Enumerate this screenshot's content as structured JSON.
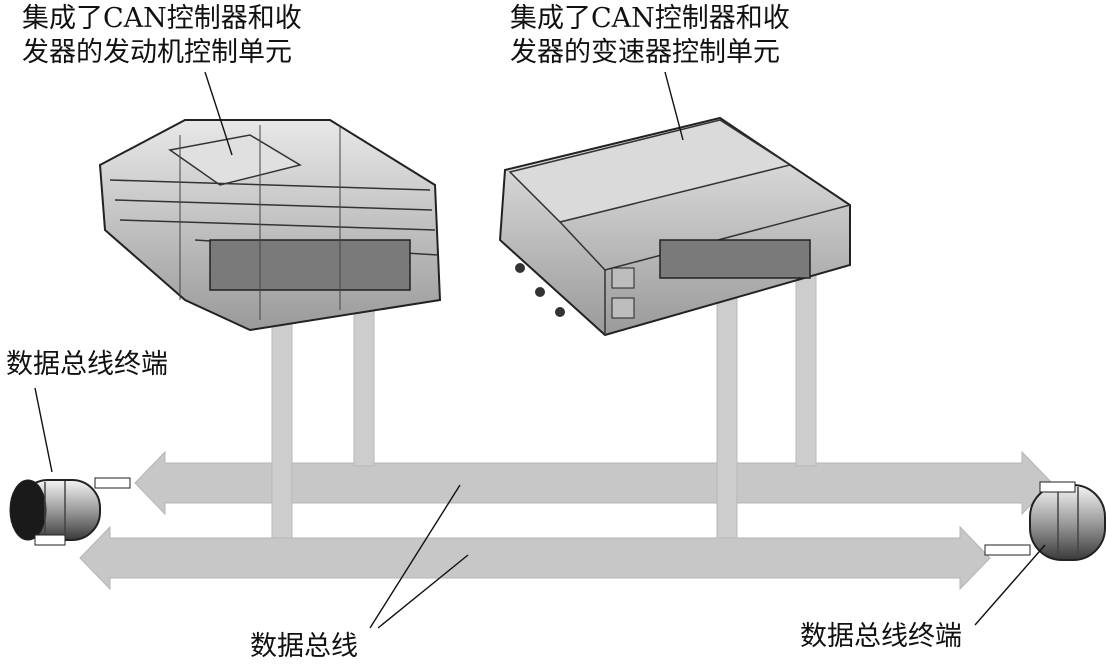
{
  "labels": {
    "engine_ecu": [
      "集成了CAN控制器和收",
      "发器的发动机控制单元"
    ],
    "transmission_ecu": [
      "集成了CAN控制器和收",
      "发器的变速器控制单元"
    ],
    "terminator_left": "数据总线终端",
    "terminator_right": "数据总线终端",
    "data_bus": "数据总线"
  }
}
